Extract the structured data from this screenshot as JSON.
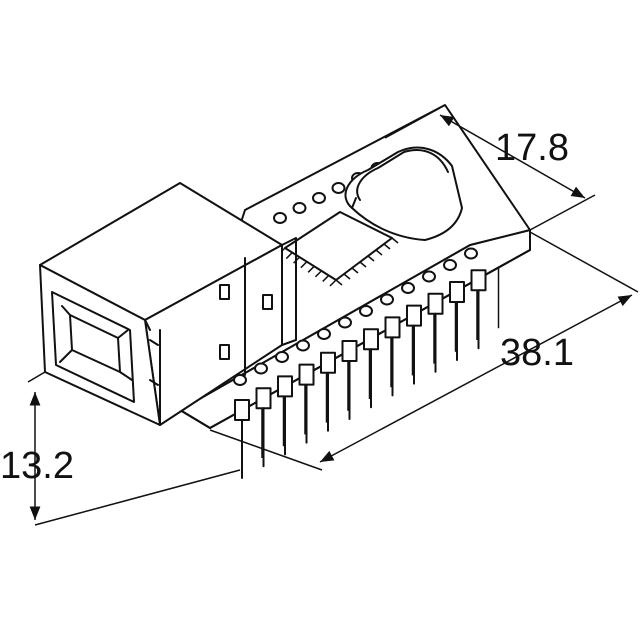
{
  "dimensions": {
    "width": "17.8",
    "length": "38.1",
    "height": "13.2"
  },
  "line_color": "#111111",
  "background": "#ffffff"
}
